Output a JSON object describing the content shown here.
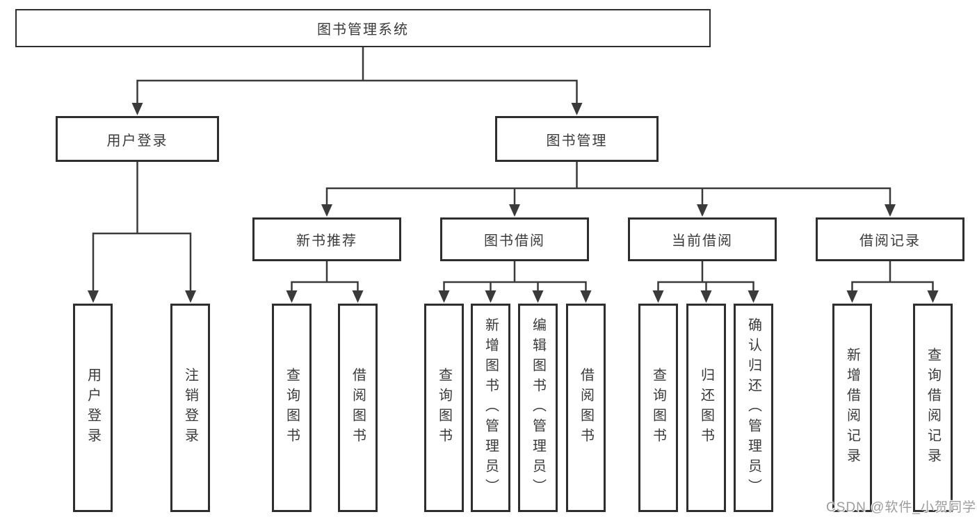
{
  "diagram": {
    "type": "hierarchy-tree",
    "colors": {
      "background": "#ffffff",
      "box_border": "#2e2e2e",
      "line": "#3a3a3a",
      "text": "#3a3a3a",
      "watermark_text": "#9c9c9c"
    },
    "root": {
      "label": "图书管理系统"
    },
    "branches": [
      {
        "label": "用户登录",
        "children": [
          {
            "label": "用户登录"
          },
          {
            "label": "注销登录"
          }
        ]
      },
      {
        "label": "图书管理",
        "children": [
          {
            "label": "新书推荐",
            "children": [
              {
                "label": "查询图书"
              },
              {
                "label": "借阅图书"
              }
            ]
          },
          {
            "label": "图书借阅",
            "children": [
              {
                "label": "查询图书"
              },
              {
                "label": "新增图书（管理员）"
              },
              {
                "label": "编辑图书（管理员）"
              },
              {
                "label": "借阅图书"
              }
            ]
          },
          {
            "label": "当前借阅",
            "children": [
              {
                "label": "查询图书"
              },
              {
                "label": "归还图书"
              },
              {
                "label": "确认归还（管理员）"
              }
            ]
          },
          {
            "label": "借阅记录",
            "children": [
              {
                "label": "新增借阅记录"
              },
              {
                "label": "查询借阅记录"
              }
            ]
          }
        ]
      }
    ],
    "watermark": {
      "text": "CSDN @软件_小贺同学"
    }
  }
}
